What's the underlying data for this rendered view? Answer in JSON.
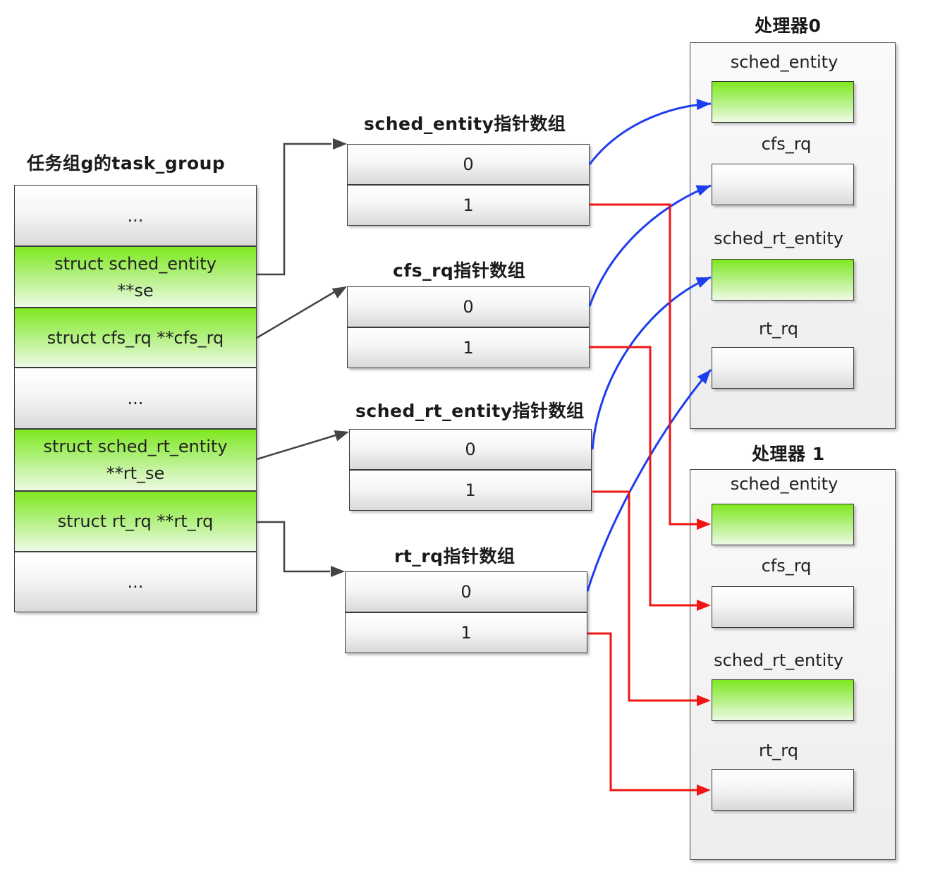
{
  "task_group": {
    "title": "任务组g的task_group",
    "rows": [
      {
        "label": "...",
        "highlight": false
      },
      {
        "label": "struct sched_entity\n**se",
        "highlight": true
      },
      {
        "label": "struct cfs_rq **cfs_rq",
        "highlight": true
      },
      {
        "label": "...",
        "highlight": false
      },
      {
        "label": "struct sched_rt_entity\n**rt_se",
        "highlight": true
      },
      {
        "label": "struct rt_rq **rt_rq",
        "highlight": true
      },
      {
        "label": "...",
        "highlight": false
      }
    ]
  },
  "arrays": [
    {
      "title": "sched_entity指针数组",
      "cells": [
        "0",
        "1"
      ]
    },
    {
      "title": "cfs_rq指针数组",
      "cells": [
        "0",
        "1"
      ]
    },
    {
      "title": "sched_rt_entity指针数组",
      "cells": [
        "0",
        "1"
      ]
    },
    {
      "title": "rt_rq指针数组",
      "cells": [
        "0",
        "1"
      ]
    }
  ],
  "processors": [
    {
      "title": "处理器0",
      "items": [
        {
          "label": "sched_entity",
          "highlight": true
        },
        {
          "label": "cfs_rq",
          "highlight": false
        },
        {
          "label": "sched_rt_entity",
          "highlight": true
        },
        {
          "label": "rt_rq",
          "highlight": false
        }
      ]
    },
    {
      "title": "处理器 1",
      "items": [
        {
          "label": "sched_entity",
          "highlight": true
        },
        {
          "label": "cfs_rq",
          "highlight": false
        },
        {
          "label": "sched_rt_entity",
          "highlight": true
        },
        {
          "label": "rt_rq",
          "highlight": false
        }
      ]
    }
  ],
  "colors": {
    "green_top": "#7fe81f",
    "cpu0_link": "#1f3df0",
    "cpu1_link": "#f01414",
    "group_link": "#444444"
  }
}
